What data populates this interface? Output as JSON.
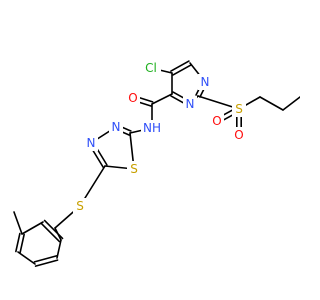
{
  "molecule": {
    "colors": {
      "bond": "#000000",
      "N": "#3050f8",
      "O": "#ff0d0d",
      "S": "#c8a000",
      "Cl": "#1fb01f",
      "background": "#ffffff"
    },
    "labels": {
      "cl": "Cl",
      "n_pyr_top": "N",
      "n_pyr_bottom": "N",
      "s_sulfonyl": "S",
      "o_sulfonyl_left": "O",
      "o_sulfonyl_bottom": "O",
      "o_carbonyl": "O",
      "nh": "NH",
      "n_thiad_left": "N",
      "n_thiad_right": "N",
      "s_thiad": "S",
      "s_thioether": "S"
    }
  }
}
